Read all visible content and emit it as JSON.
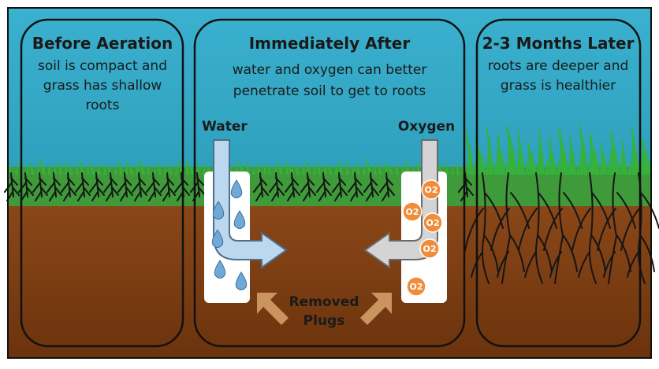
{
  "panels": [
    {
      "title": "Before Aeration",
      "lines": [
        "soil is compact and",
        "grass has shallow",
        "roots"
      ]
    },
    {
      "title": "Immediately  After",
      "lines": [
        "water and oxygen can better",
        "penetrate soil to get to roots"
      ]
    },
    {
      "title": "2-3 Months Later",
      "lines": [
        "roots are deeper and",
        "grass is healthier"
      ]
    }
  ],
  "labels": {
    "water": "Water",
    "oxygen": "Oxygen",
    "removed_plugs": [
      "Removed",
      "Plugs"
    ],
    "o2_symbol": "O2"
  },
  "colors": {
    "sky": "#30a9c7",
    "grass": "#3f9a3a",
    "grass_blade": "#35b13c",
    "soil": "#7a3d12",
    "soil_light": "#8b4a1a",
    "root": "#151515",
    "water_pipe": "#b9d7ee",
    "water_drop": "#6fa9d8",
    "oxygen_pipe": "#d2d2d2",
    "oxygen_bubble": "#f08c3a",
    "plug_arrow": "#c8915a",
    "panel_stroke": "#111111"
  },
  "icons": [
    "water-drop-icon",
    "oxygen-bubble-icon",
    "arrow-right-icon",
    "arrow-left-icon",
    "plug-arrow-icon"
  ]
}
